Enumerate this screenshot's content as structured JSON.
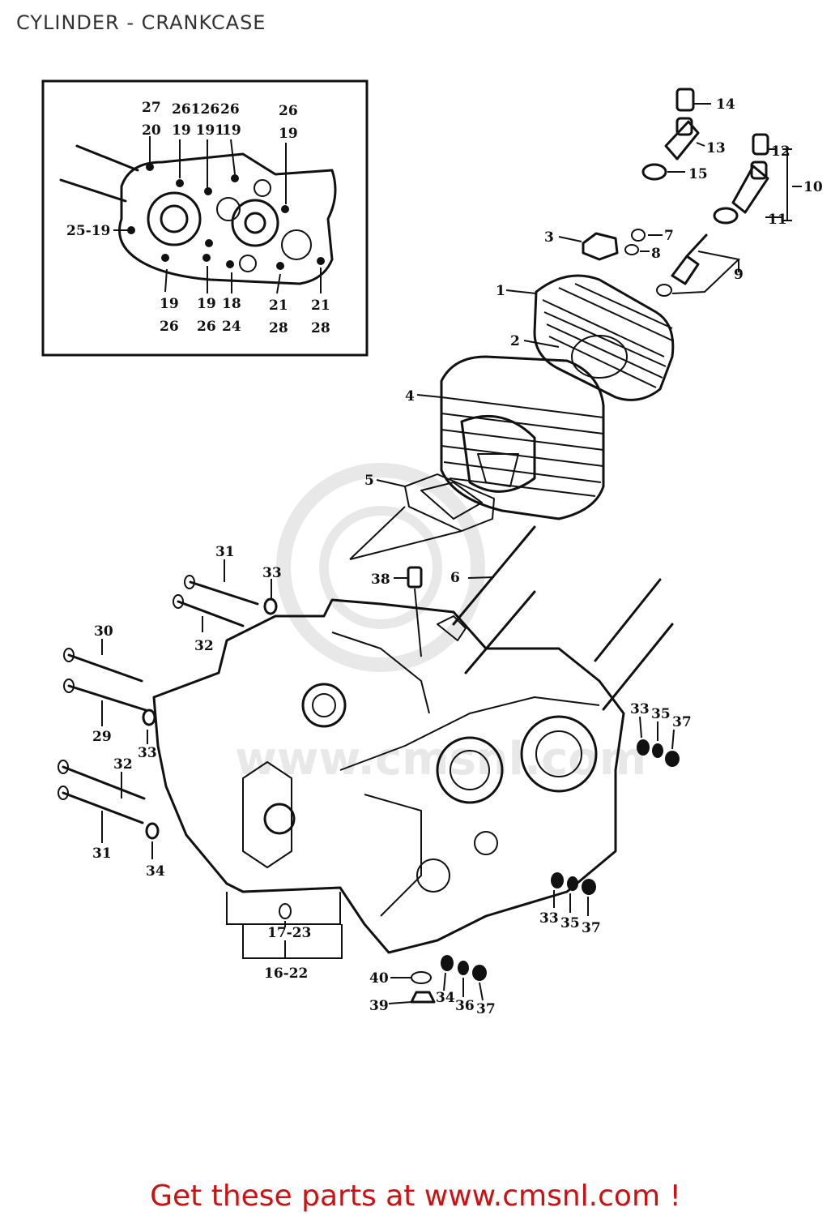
{
  "page": {
    "title": "CYLINDER - CRANKCASE",
    "footer_link": "Get these parts at www.cmsnl.com !"
  },
  "inset_labels": [
    {
      "id": "i1",
      "text": "27"
    },
    {
      "id": "i2",
      "text": "20"
    },
    {
      "id": "i3",
      "text": "26126"
    },
    {
      "id": "i4",
      "text": "19 191"
    },
    {
      "id": "i5",
      "text": "26"
    },
    {
      "id": "i6",
      "text": "19"
    },
    {
      "id": "i7",
      "text": "26"
    },
    {
      "id": "i8",
      "text": "19"
    },
    {
      "id": "i9",
      "text": "25-19"
    },
    {
      "id": "i10",
      "text": "19"
    },
    {
      "id": "i11",
      "text": "26"
    },
    {
      "id": "i12",
      "text": "19"
    },
    {
      "id": "i13",
      "text": "26"
    },
    {
      "id": "i14",
      "text": "18"
    },
    {
      "id": "i15",
      "text": "24"
    },
    {
      "id": "i16",
      "text": "21"
    },
    {
      "id": "i17",
      "text": "28"
    },
    {
      "id": "i18",
      "text": "21"
    },
    {
      "id": "i19",
      "text": "28"
    }
  ],
  "part_labels": [
    {
      "id": "p14",
      "text": "14"
    },
    {
      "id": "p13",
      "text": "13"
    },
    {
      "id": "p15",
      "text": "15"
    },
    {
      "id": "p12",
      "text": "12"
    },
    {
      "id": "p10",
      "text": "10"
    },
    {
      "id": "p11",
      "text": "11"
    },
    {
      "id": "p3",
      "text": "3"
    },
    {
      "id": "p7",
      "text": "7"
    },
    {
      "id": "p8",
      "text": "8"
    },
    {
      "id": "p9",
      "text": "9"
    },
    {
      "id": "p1",
      "text": "1"
    },
    {
      "id": "p2",
      "text": "2"
    },
    {
      "id": "p4",
      "text": "4"
    },
    {
      "id": "p5",
      "text": "5"
    },
    {
      "id": "p6",
      "text": "6"
    },
    {
      "id": "p38",
      "text": "38"
    },
    {
      "id": "p31a",
      "text": "31"
    },
    {
      "id": "p33a",
      "text": "33"
    },
    {
      "id": "p32a",
      "text": "32"
    },
    {
      "id": "p30",
      "text": "30"
    },
    {
      "id": "p29",
      "text": "29"
    },
    {
      "id": "p33b",
      "text": "33"
    },
    {
      "id": "p32b",
      "text": "32"
    },
    {
      "id": "p31b",
      "text": "31"
    },
    {
      "id": "p34a",
      "text": "34"
    },
    {
      "id": "p33c",
      "text": "33"
    },
    {
      "id": "p35a",
      "text": "35"
    },
    {
      "id": "p37a",
      "text": "37"
    },
    {
      "id": "p33d",
      "text": "33"
    },
    {
      "id": "p35b",
      "text": "35"
    },
    {
      "id": "p37b",
      "text": "37"
    },
    {
      "id": "p1723",
      "text": "17-23"
    },
    {
      "id": "p1622",
      "text": "16-22"
    },
    {
      "id": "p40",
      "text": "40"
    },
    {
      "id": "p39",
      "text": "39"
    },
    {
      "id": "p34b",
      "text": "34"
    },
    {
      "id": "p36",
      "text": "36"
    },
    {
      "id": "p37c",
      "text": "37"
    }
  ],
  "colors": {
    "ink": "#111111",
    "footer": "#d01010",
    "watermark": "#e6e6e6"
  },
  "watermark_text": "www.cmsnl.com"
}
